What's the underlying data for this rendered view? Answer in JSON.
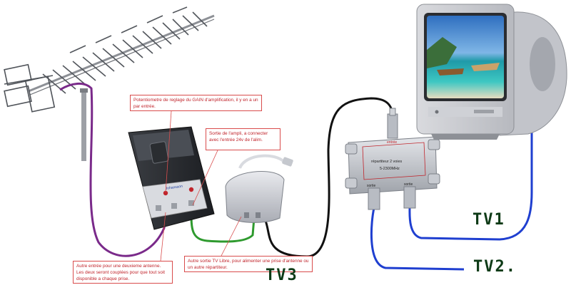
{
  "callouts": {
    "gain": "Potentiometre de reglage du GAIN d'amplification, il y en a un par entrée.",
    "amp_output": "Sortie de l'ampli, a connecter avec l'entrée 24v de l'alim.",
    "second_input": "Autre entrée pour une deuxieme antenne. Les deux seront couplées pour que tout soit disponible a chaque prise.",
    "free_output": "Autre sortie TV Libre, pour alimenter une prise d'antenne ou un autre répartiteur."
  },
  "labels": {
    "tv1": "TV1",
    "tv2": "TV2.",
    "tv3": "TV3"
  },
  "splitter": {
    "input_label": "entrée",
    "name": "répartiteur 2 voies",
    "range": "5-2300MHz",
    "out_left": "sortie",
    "out_right": "sortie"
  },
  "amplifier": {
    "brand": "Johansson"
  },
  "colors": {
    "callout_border": "#d94c4c",
    "callout_text": "#c0242b",
    "antenna_cable": "#7a2a8a",
    "green_cable": "#2e9a2e",
    "black_cable": "#111111",
    "blue_cable": "#1f3fd0",
    "tv_label": "#0d3a16"
  },
  "icons": [
    "antenna-icon",
    "amplifier-icon",
    "power-supply-icon",
    "splitter-icon",
    "television-icon"
  ]
}
